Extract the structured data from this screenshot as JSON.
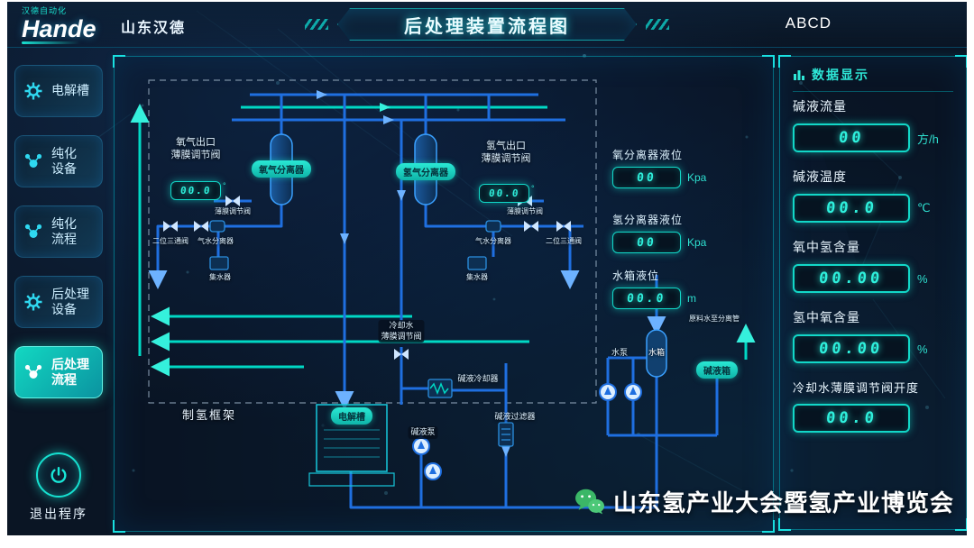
{
  "header": {
    "logo_main": "Hande",
    "logo_sub": "汉德自动化",
    "company": "山东汉德",
    "title": "后处理装置流程图",
    "corner_text": "ABCD"
  },
  "sidebar": {
    "items": [
      {
        "label": "电解槽"
      },
      {
        "label": "纯化\n设备"
      },
      {
        "label": "纯化\n流程"
      },
      {
        "label": "后处理\n设备"
      },
      {
        "label": "后处理\n流程"
      }
    ],
    "exit_label": "退出程序"
  },
  "diagram": {
    "frame_label": "制氢框架",
    "labels": {
      "oxy_valve": "氧气出口\n薄膜调节阀",
      "film_valve_left": "薄膜调节阀",
      "two_way_left": "二位三通阀",
      "gas_water_left": "气水分离器",
      "collector_left": "集水器",
      "oxy_separator": "氧气分离器",
      "hyd_separator": "氢气分离器",
      "hyd_valve": "氢气出口\n薄膜调节阀",
      "film_valve_right": "薄膜调节阀",
      "gas_water_right": "气水分离器",
      "two_way_right": "二位三通阀",
      "collector_right": "集水器",
      "electrolyzer": "电解槽",
      "cooling_valve": "冷却水\n薄膜调节阀",
      "lye_cooler": "碱液冷却器",
      "lye_pump": "碱液泵",
      "lye_filter": "碱液过滤器",
      "water_pump": "水泵",
      "water_tank": "水箱",
      "lye_tank": "碱液箱",
      "raw_water": "原料水至分离管"
    },
    "displays": {
      "oxy_valve_opening": {
        "value": "00.0",
        "unit": "°"
      },
      "hyd_valve_opening": {
        "value": "00.0",
        "unit": "°"
      }
    },
    "readings": [
      {
        "label": "氧分离器液位",
        "value": "00",
        "unit": "Kpa"
      },
      {
        "label": "氢分离器液位",
        "value": "00",
        "unit": "Kpa"
      },
      {
        "label": "水箱液位",
        "value": "00.0",
        "unit": "m"
      }
    ]
  },
  "data_panel": {
    "title": "数据显示",
    "metrics": [
      {
        "label": "碱液流量",
        "value": "00",
        "unit": "方/h"
      },
      {
        "label": "碱液温度",
        "value": "00.0",
        "unit": "℃"
      },
      {
        "label": "氧中氢含量",
        "value": "00.00",
        "unit": "%"
      },
      {
        "label": "氢中氧含量",
        "value": "00.00",
        "unit": "%"
      },
      {
        "label": "冷却水薄膜调节阀开度",
        "value": "00.0",
        "unit": ""
      }
    ]
  },
  "watermark": {
    "text": "山东氢产业大会暨氢产业博览会"
  },
  "colors": {
    "accent": "#12e0cf",
    "pipe_blue": "#1f6fe0",
    "pipe_teal": "#00d8c4",
    "background": "#0a1524"
  }
}
